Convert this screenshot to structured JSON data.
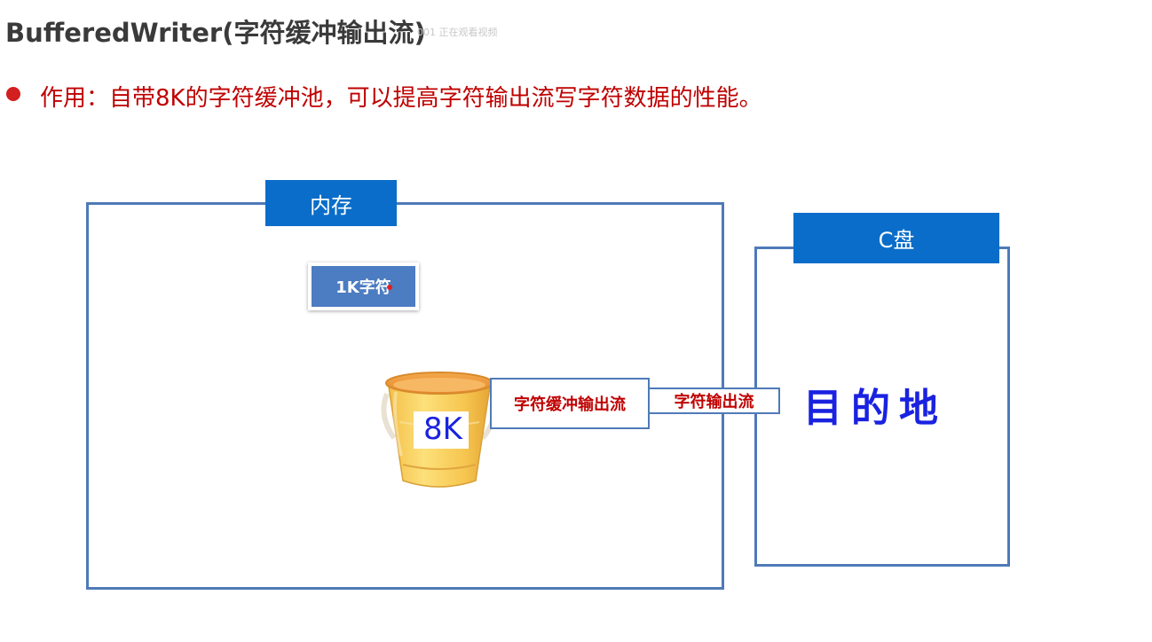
{
  "title": "BufferedWriter(字符缓冲输出流)",
  "watermark": "001 正在观看视频",
  "bullet": "作用：自带8K的字符缓冲池，可以提高字符输出流写字符数据的性能。",
  "diagram": {
    "memory_label": "内存",
    "disk_label": "C盘",
    "chunk_label": "1K字符",
    "bucket_label": "8K",
    "buffered_stream_label": "字符缓冲输出流",
    "char_stream_label": "字符输出流",
    "destination_label": "目的地"
  },
  "colors": {
    "label_blue": "#0a6dc9",
    "frame_blue": "#4f7ab8",
    "accent_red": "#c00000",
    "handwriting_blue": "#1a22e0"
  }
}
